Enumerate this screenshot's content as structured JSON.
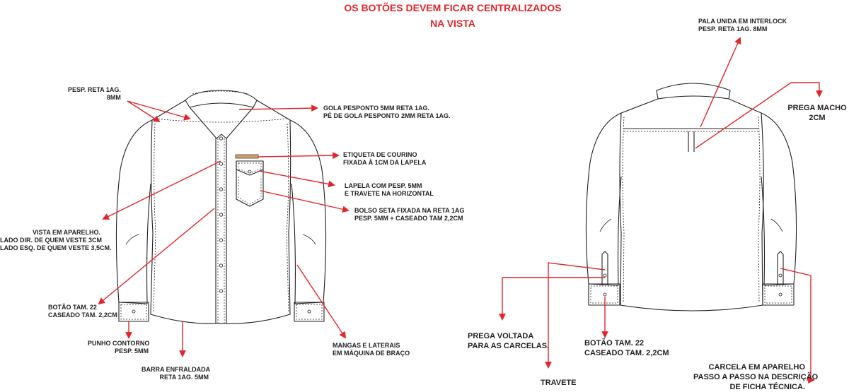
{
  "title": {
    "line1": "OS BOTÕES DEVEM FICAR CENTRALIZADOS",
    "line2": "NA VISTA"
  },
  "front_labels": {
    "pesp_reta": "PESP. RETA 1AG.\n8MM",
    "gola": "GOLA PESPONTO 5MM RETA 1AG.\nPÉ DE GOLA PESPONTO 2MM RETA 1AG.",
    "etiqueta": "ETIQUETA DE COURINO\nFIXADA À 1CM DA LAPELA",
    "lapela": "LAPELA COM PESP. 5MM\nE TRAVETE NA HORIZONTAL",
    "bolso": "BOLSO SETA FIXADA NA RETA 1AG\nPESP. 5MM + CASEADO TAM 2,2CM",
    "vista": "VISTA EM APARELHO.\nLADO DIR. DE QUEM VESTE 3CM\nLADO ESQ. DE QUEM VESTE 3,5CM.",
    "botao": "BOTÃO TAM. 22\nCASEADO TAM. 2,2CM",
    "punho": "PUNHO CONTORNO\nPESP. 5MM",
    "barra": "BARRA ENFRALDADA\nRETA 1AG. 5MM",
    "mangas": "MANGAS E LATERAIS\nEM MÁQUINA DE BRAÇO"
  },
  "back_labels": {
    "pala": "PALA UNIDA EM INTERLOCK\nPESP. RETA 1AG. 8MM",
    "prega_macho": "PREGA MACHO\n2CM",
    "prega_voltada": "PREGA VOLTADA\nPARA AS CARCELAS.",
    "botao": "BOTÃO TAM. 22\nCASEADO TAM. 2,2CM",
    "travete": "TRAVETE",
    "carcela": "CARCELA EM APARELHO\nPASSO A PASSO NA DESCRIÇÃO\nDE FICHA TÉCNICA."
  },
  "colors": {
    "accent": "#e2252b",
    "line": "#231f20"
  }
}
